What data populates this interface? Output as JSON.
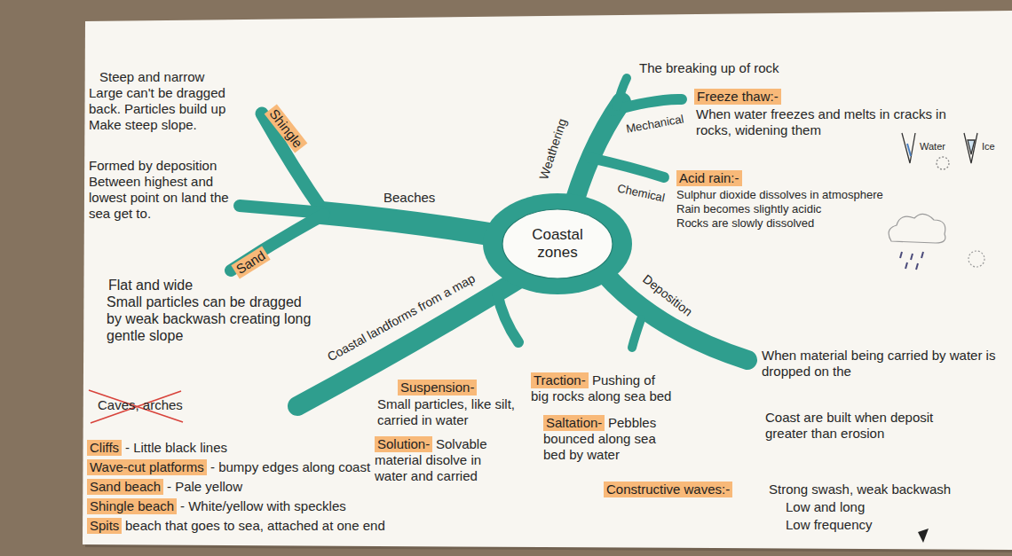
{
  "diagram": {
    "nodes": [
      {
        "text": [
          "Coastal zones"
        ]
      },
      {
        "text": [
          "Shingle"
        ]
      },
      {
        "text": [
          "Sand"
        ]
      },
      {
        "text": [
          "Freeze thaw:-"
        ]
      },
      {
        "text": [
          "Acid rain:-"
        ]
      },
      {
        "text": [
          "Suspension-"
        ]
      },
      {
        "text": [
          "Traction-"
        ]
      },
      {
        "text": [
          "Solution-"
        ]
      },
      {
        "text": [
          "Saltation-"
        ]
      },
      {
        "text": [
          "Constructive waves:-"
        ]
      },
      {
        "text": [
          "Cliffs"
        ]
      },
      {
        "text": [
          "Wave-cut platforms"
        ]
      },
      {
        "text": [
          "Sand beach"
        ]
      },
      {
        "text": [
          "Shingle beach"
        ]
      },
      {
        "text": [
          "Spits"
        ]
      }
    ],
    "labels": [
      "Steep and narrow",
      "Large can't be dragged back. Particles build up Make steep slope.",
      "Formed by deposition Between highest and lowest point on land the sea get to.",
      "Beaches",
      "Flat and wide",
      "Small particles can be dragged by weak backwash creating long gentle slope",
      "Coastal landforms from a map",
      "Caves, arches",
      "- Little black lines",
      "- bumpy edges along coast",
      "- Pale yellow",
      "- White/yellow with speckles",
      "beach that goes to sea, attached at one end",
      "Weathering",
      "The breaking up of rock",
      "Mechanical",
      "When water freezes and melts in cracks in rocks, widening them",
      "Water",
      "Ice",
      "Chemical",
      "Sulphur dioxide dissolves in atmosphere",
      "Rain becomes slightly acidic",
      "Rocks are slowly dissolved",
      "Deposition",
      "When material being carried by water is dropped on the",
      "Coast are built when deposit greater than erosion",
      "Small particles, like silt, carried in water",
      "Pushing of big rocks along sea bed",
      "Solvable material disolve in water and carried",
      "Pebbles bounced along sea bed by water",
      "Strong swash, weak backwash",
      "Low and long",
      "Low frequency"
    ]
  }
}
